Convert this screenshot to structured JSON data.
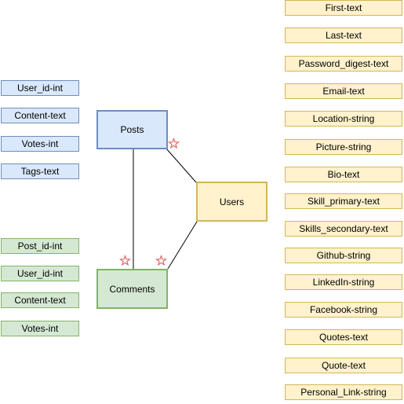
{
  "entities": {
    "posts": {
      "label": "Posts",
      "color": "#dae8fc",
      "border": "#6c8ebf"
    },
    "users": {
      "label": "Users",
      "color": "#fff2cc",
      "border": "#d6b656"
    },
    "comments": {
      "label": "Comments",
      "color": "#d5e8d4",
      "border": "#82b366"
    }
  },
  "posts_fields": [
    "User_id-int",
    "Content-text",
    "Votes-int",
    "Tags-text"
  ],
  "comments_fields": [
    "Post_id-int",
    "User_id-int",
    "Content-text",
    "Votes-int"
  ],
  "users_fields": [
    "First-text",
    "Last-text",
    "Password_digest-text",
    "Email-text",
    "Location-string",
    "Picture-string",
    "Bio-text",
    "Skill_primary-text",
    "Skills_secondary-text",
    "Github-string",
    "LinkedIn-string",
    "Facebook-string",
    "Quotes-text",
    "Quote-text",
    "Personal_Link-string"
  ],
  "relationship_marker": "☆",
  "marker_color": "#e05050"
}
